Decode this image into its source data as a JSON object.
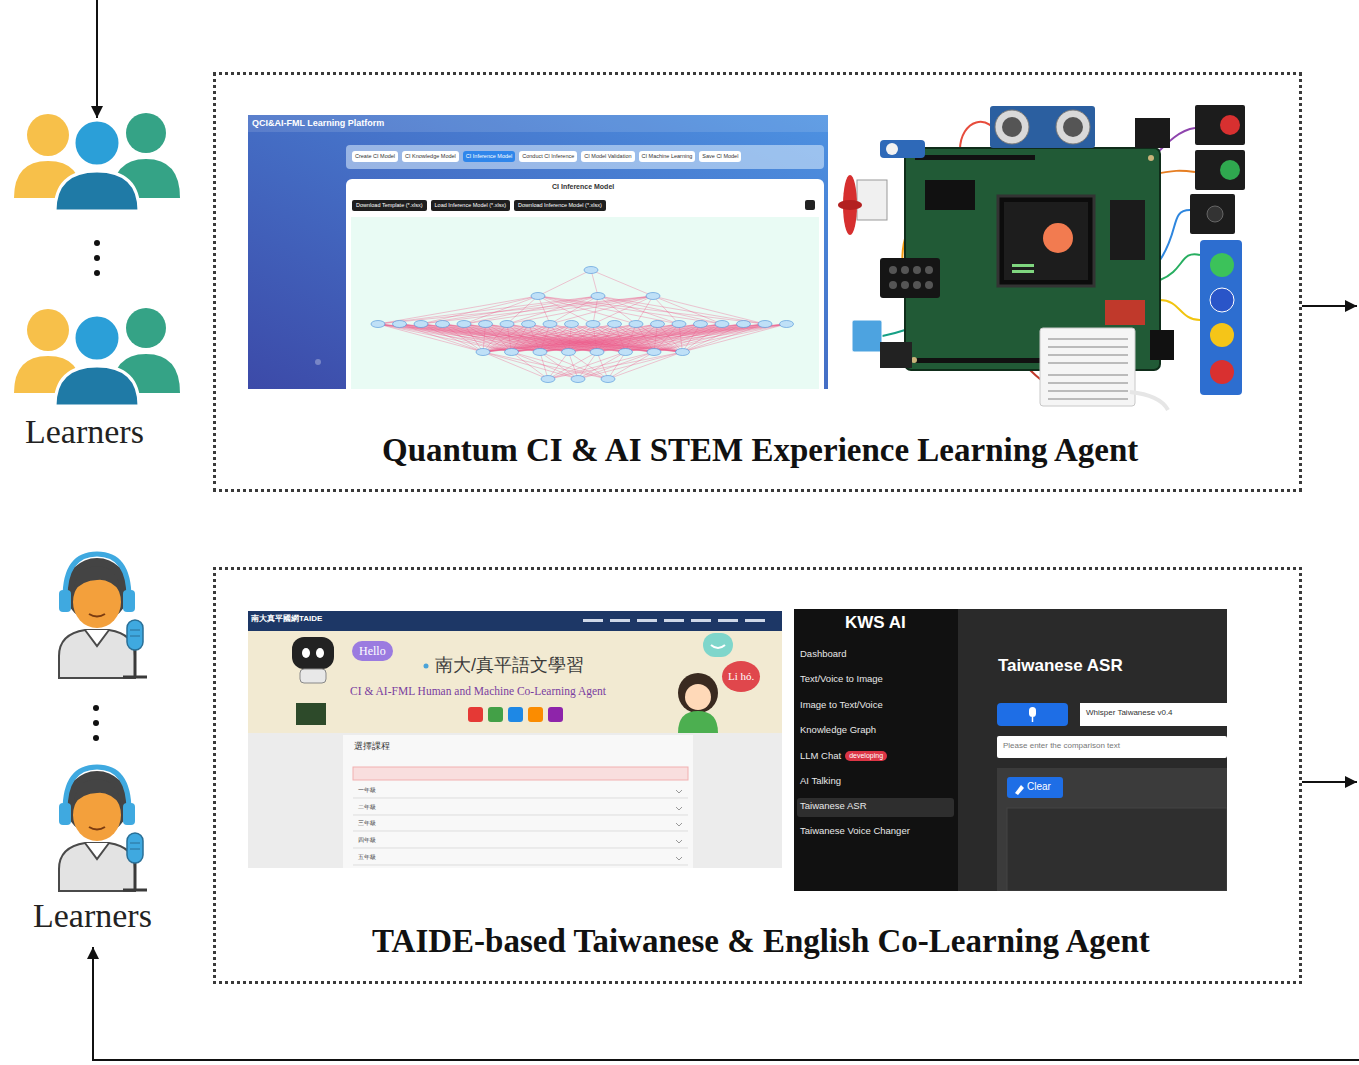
{
  "diagram": {
    "nodes": [
      {
        "text": [
          "Quantum CI & AI STEM Experience Learning Agent"
        ]
      },
      {
        "text": [
          "QCI&AI-FML Learning Platform",
          "Create CI Model",
          "CI Knowledge Model",
          "CI Inference Model",
          "Conduct CI Inference",
          "CI Model Validation",
          "CI Machine Learning",
          "Save CI Model",
          "CI Inference Model",
          "Download Template (*.xlsx)",
          "Load Inference Model (*.xlsx)",
          "Download Inference Model (*.xlsx)"
        ],
        "in": 0
      },
      {
        "text": [
          "TAIDE-based Taiwanese & English Co-Learning Agent"
        ]
      },
      {
        "text": [
          "南大真平國網TAIDE",
          "Hello",
          "南大/真平語文學習",
          "CI & AI-FML Human and Machine Co-Learning Agent",
          "Li hó.",
          "選擇課程",
          "一年級",
          "二年級",
          "三年級",
          "四年級",
          "五年級"
        ],
        "in": 2
      },
      {
        "text": [
          "KWS AI",
          "Dashboard",
          "Text/Voice to Image",
          "Image to Text/Voice",
          "Knowledge Graph",
          "LLM Chat",
          "developing",
          "AI Talking",
          "Taiwanese ASR",
          "Taiwanese Voice Changer",
          "Taiwanese ASR",
          "Whisper Taiwanese v0.4",
          "Please enter the comparison text",
          "Clear"
        ],
        "in": 2
      }
    ],
    "labels": [
      "Learners",
      "Learners"
    ]
  }
}
